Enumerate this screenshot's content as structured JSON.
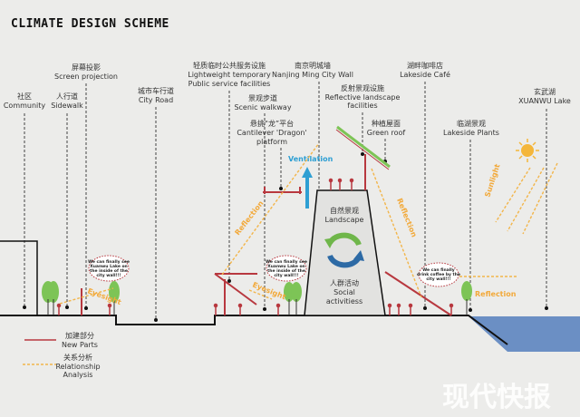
{
  "title": "CLIMATE DESIGN SCHEME",
  "labels": {
    "community": {
      "zh": "社区",
      "en": "Community"
    },
    "screen": {
      "zh": "屏幕投影",
      "en": "Screen projection"
    },
    "sidewalk": {
      "zh": "人行道",
      "en": "Sidewalk"
    },
    "city_road": {
      "zh": "城市车行道",
      "en": "City Road"
    },
    "lightweight": {
      "zh": "轻质临时公共服务设施",
      "en1": "Lightweight temporary",
      "en2": "Public service facilities"
    },
    "wall": {
      "zh": "南京明城墙",
      "en": "Nanjing Ming City Wall"
    },
    "cafe": {
      "zh": "湖畔咖啡店",
      "en": "Lakeside Café"
    },
    "scenic": {
      "zh": "景观步道",
      "en": "Scenic walkway"
    },
    "reflective": {
      "zh": "反射景观设施",
      "en1": "Reflective landscape",
      "en2": "facilities"
    },
    "lake": {
      "zh": "玄武湖",
      "en": "XUANWU Lake"
    },
    "cantilever": {
      "zh": "悬挑“龙”平台",
      "en1": "Cantilever 'Dragon'",
      "en2": "platform"
    },
    "green_roof": {
      "zh": "种植屋面",
      "en": "Green roof"
    },
    "plants": {
      "zh": "临湖景观",
      "en": "Lakeside Plants"
    }
  },
  "wall_center": {
    "top_zh": "自然景观",
    "top_en": "Landscape",
    "bottom_zh": "人群活动",
    "bottom_en1": "Social",
    "bottom_en2": "activitiess"
  },
  "flows": {
    "ventilation": "Ventilation",
    "reflection": "Reflection",
    "sunlight": "Sunlight",
    "eyesight": "Eyesight"
  },
  "bubbles": {
    "lake_view": [
      "We can finally see",
      "Xuanwu Lake on",
      "the inside of the",
      "city wall!!!"
    ],
    "coffee": [
      "We can finally",
      "drink coffee by the",
      "city wall!!!"
    ]
  },
  "legend": {
    "new_parts_zh": "加建部分",
    "new_parts_en": "New  Parts",
    "relation_zh": "关系分析",
    "relation_en1": "Relationship",
    "relation_en2": "Analysis"
  },
  "watermark": "现代快报",
  "colors": {
    "new_parts": "#b8383f",
    "relationship": "#f2b54a",
    "ventilation": "#2e9fd3",
    "lake": "#6b8fc4",
    "tree": "#7dc456"
  }
}
